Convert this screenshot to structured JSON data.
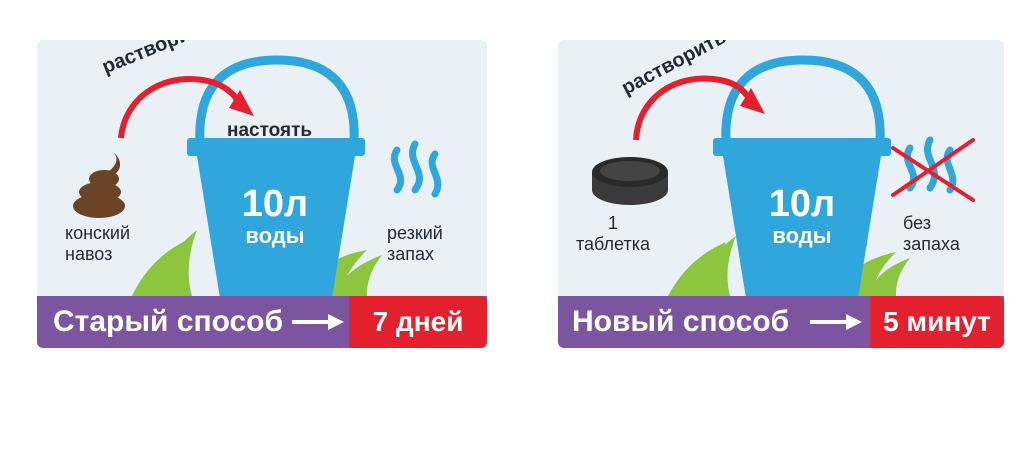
{
  "old": {
    "dissolve_label": "растворить",
    "steep_label": "настоять",
    "input_label_line1": "конский",
    "input_label_line2": "навоз",
    "bucket_volume": "10л",
    "bucket_liquid": "воды",
    "smell_line1": "резкий",
    "smell_line2": "запах",
    "method": "Старый способ",
    "time": "7 дней"
  },
  "new": {
    "dissolve_label": "растворить",
    "input_label_line1": "1",
    "input_label_line2": "таблетка",
    "bucket_volume": "10л",
    "bucket_liquid": "воды",
    "smell_line1": "без",
    "smell_line2": "запаха",
    "method": "Новый способ",
    "time": "5 минут"
  },
  "colors": {
    "bucket": "#2fa6dc",
    "arrow": "#e3202d",
    "bar": "#7b55a0",
    "time_badge": "#e3202d",
    "grass": "#8cc63f",
    "manure": "#6b4427",
    "tablet": "#3a3a3a",
    "steam": "#2fa6dc"
  }
}
